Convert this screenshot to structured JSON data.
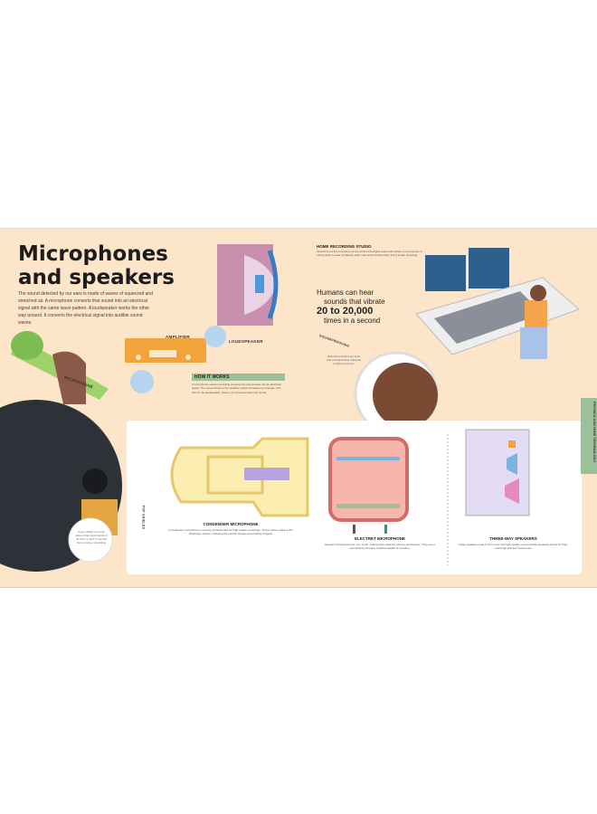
{
  "title": "Microphones and speakers",
  "intro": "The sound detected by our ears is made of waves of squeezed and stretched air. A microphone converts that sound into an electrical signal with the same wave pattern. A loudspeaker works the other way around. It converts the electrical signal into audible sound waves.",
  "labels": {
    "amplifier": "AMPLIFIER",
    "loudspeaker": "LOUDSPEAKER",
    "microphone": "MICROPHONE"
  },
  "how_it_works": {
    "heading": "HOW IT WORKS",
    "text": "A microphone used in recording converts the sound wave into an electrical signal. The current flows to the amplifier, which increases its strength, and then to the loudspeaker, where it is converted back into sound."
  },
  "studio": {
    "heading": "HOME RECORDING STUDIO",
    "text": "Sound from a live recording can be turned into digital audio and edited on a computer. A mixing desk is used to balance each track and combine them into a single recording."
  },
  "fact": {
    "line1": "Humans can hear",
    "line2": "sounds that vibrate",
    "line3": "20 to 20,000",
    "line4": "times in a second"
  },
  "soundproofing": {
    "heading": "SOUNDPROOFING",
    "text": "Recording studios are lined with soundproofing materials to absorb echoes."
  },
  "pop_shields": {
    "heading": "POP SHIELDS",
    "text": "A pop shield is a mesh screen that stops bursts of air from 'p' and 'b' sounds from ruining a recording."
  },
  "condenser": {
    "heading": "CONDENSER MICROPHONE",
    "text": "A condenser microphone is used by professionals for high-quality recordings. Sound waves make a thin diaphragm vibrate, changing the electric charge and creating a signal."
  },
  "electret": {
    "heading": "ELECTRET MICROPHONE",
    "text": "Electret microphones are very small, making them ideal for phones and laptops. They use a permanently charged material instead of a battery."
  },
  "threeway": {
    "heading": "THREE-WAY SPEAKERS",
    "text": "Large speakers used to fill a room with high-quality sound include separate drivers for high, mid-range and low frequencies."
  },
  "side_tab": "PHYSICS AND HOW TECHNOLOGY",
  "colors": {
    "page": "#fce5c8",
    "accent": "#9cc09a",
    "speaker": "#c98fae",
    "amplifier": "#f2a33a"
  }
}
